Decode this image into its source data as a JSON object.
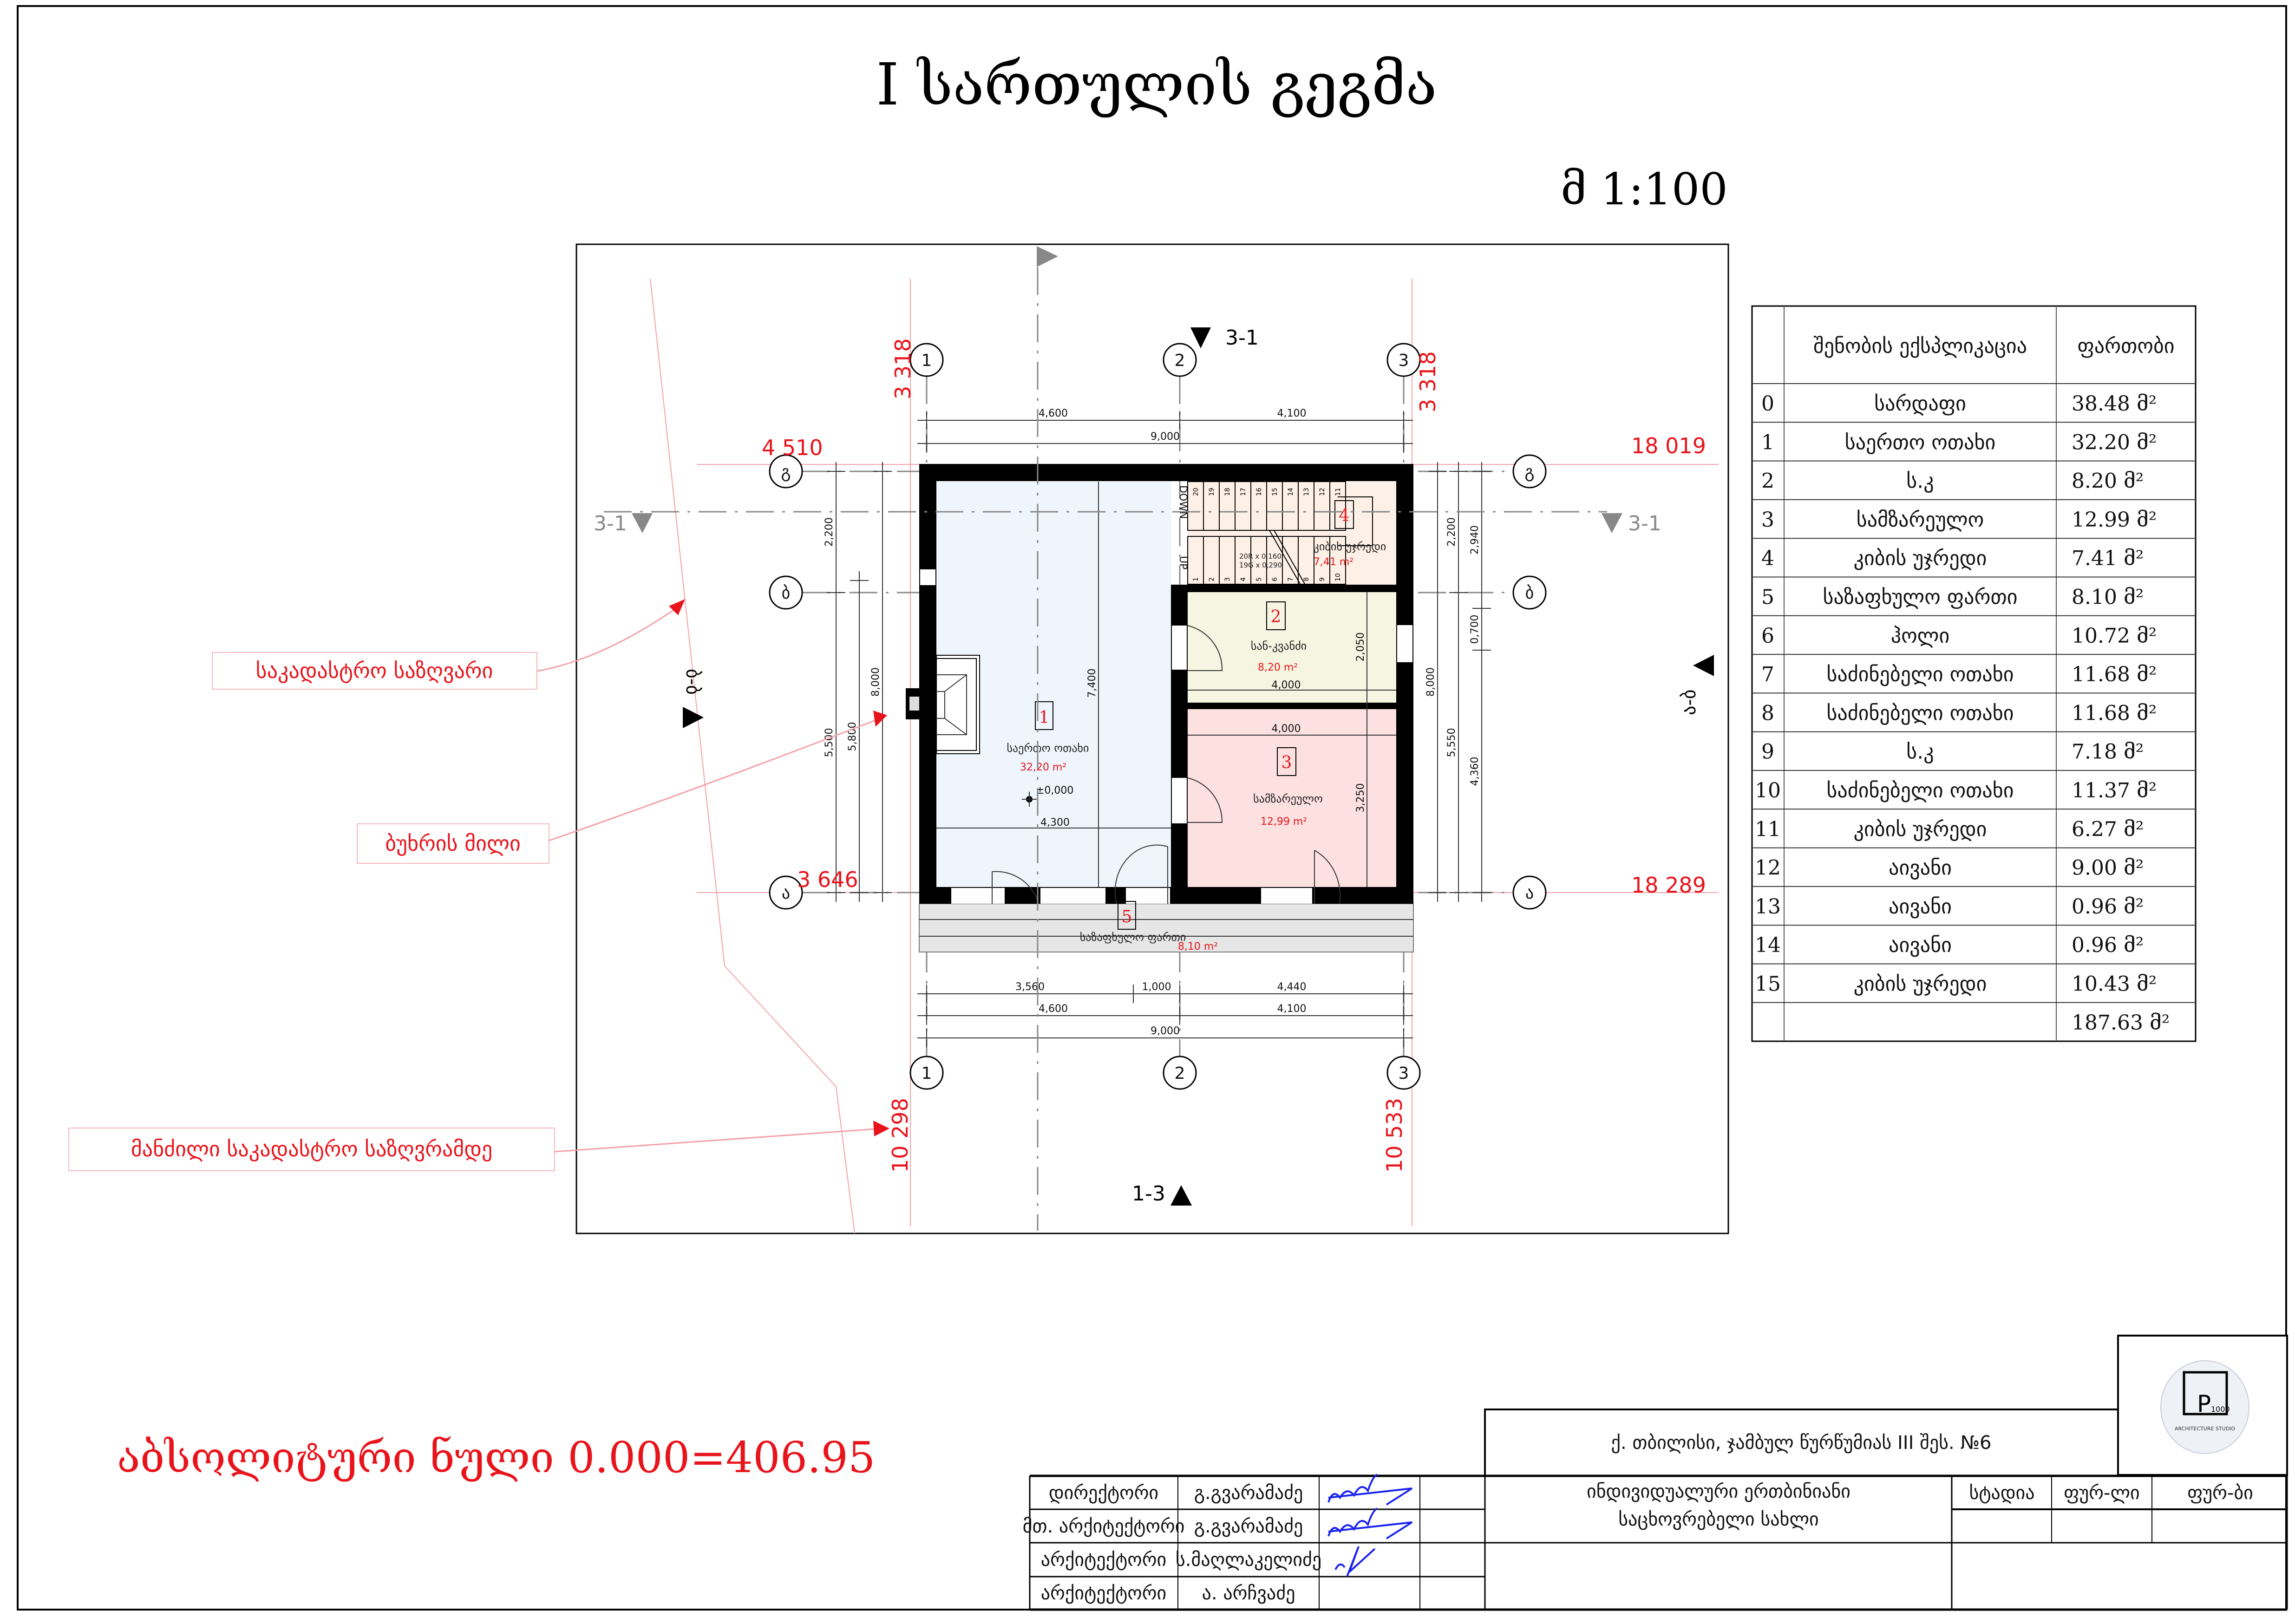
{
  "title": "I სართულის გეგმა",
  "scale": "მ 1:100",
  "absolute_zero": "აბსოლიტური ნული 0.000=406.95",
  "colors": {
    "accent_red": "#e8141b",
    "room_common": "#eef5fd",
    "room_wc": "#f5f5e2",
    "room_kitchen": "#fde0e0",
    "room_stair": "#fdf0e6",
    "porch": "#e6e6e6",
    "signature": "#1a23f0"
  },
  "callouts": {
    "cadastral_border": "საკადასტრო საზღვარი",
    "chimney": "ბუხრის მილი",
    "distance_to_border": "მანძილი საკადასტრო საზღვრამდე"
  },
  "sections": {
    "top": "3-1",
    "left": "3-1",
    "right": "3-1",
    "bottom": "1-3",
    "vertical_left": "ბ-ბ",
    "vertical_right": "ა-ბ"
  },
  "axes": {
    "numbers": [
      "1",
      "2",
      "3"
    ],
    "letters": [
      "გ",
      "ბ",
      "ა"
    ]
  },
  "distances": {
    "top_left": "3 318",
    "top_right": "3 318",
    "g_left": "4 510",
    "g_right": "18 019",
    "a_left": "3 646",
    "a_right": "18 289",
    "bottom_left": "10 298",
    "bottom_right": "10 533"
  },
  "dimensions": {
    "top_parts": [
      "4,600",
      "4,100"
    ],
    "top_total": "9,000",
    "bottom_row1": [
      "3,560",
      "1,000",
      "4,440"
    ],
    "bottom_row2": [
      "4,600",
      "4,100"
    ],
    "bottom_total": "9,000",
    "left": [
      "2,200",
      "8,000",
      "5,500",
      "5,800"
    ],
    "right": [
      "2,200",
      "2,940",
      "0,700",
      "8,000",
      "5,550",
      "4,360"
    ]
  },
  "rooms": [
    {
      "no": "1",
      "name": "საერთო ოთახი",
      "area": "32,20 m²",
      "dims": [
        "7,400",
        "4,300"
      ],
      "level": "±0,000"
    },
    {
      "no": "2",
      "name": "სან-კვანძი",
      "area": "8,20 m²",
      "dims": [
        "4,000",
        "2,050"
      ]
    },
    {
      "no": "3",
      "name": "სამზარეულო",
      "area": "12,99 m²",
      "dims": [
        "4,000",
        "3,250"
      ]
    },
    {
      "no": "4",
      "name": "კიბის უჯრედი",
      "area": "7,41 m²"
    },
    {
      "no": "5",
      "name": "საზაფხულო ფართი",
      "area": "8,10 m²"
    }
  ],
  "stair": {
    "risers": "20R x 0,160",
    "goings": "19G x 0,290",
    "down": "DOWN",
    "up": "UP",
    "steps": [
      "1",
      "2",
      "3",
      "4",
      "5",
      "6",
      "7",
      "8",
      "9",
      "10",
      "11",
      "12",
      "13",
      "14",
      "15",
      "16",
      "17",
      "18",
      "19",
      "20"
    ]
  },
  "explication": {
    "header": [
      "",
      "შენობის ექსპლიკაცია",
      "ფართობი"
    ],
    "rows": [
      [
        "0",
        "სარდაფი",
        "38.48 მ²"
      ],
      [
        "1",
        "საერთო ოთახი",
        "32.20 მ²"
      ],
      [
        "2",
        "ს.კ",
        "8.20 მ²"
      ],
      [
        "3",
        "სამზარეულო",
        "12.99 მ²"
      ],
      [
        "4",
        "კიბის უჯრედი",
        "7.41 მ²"
      ],
      [
        "5",
        "საზაფხულო ფართი",
        "8.10 მ²"
      ],
      [
        "6",
        "ჰოლი",
        "10.72 მ²"
      ],
      [
        "7",
        "საძინებელი ოთახი",
        "11.68 მ²"
      ],
      [
        "8",
        "საძინებელი ოთახი",
        "11.68 მ²"
      ],
      [
        "9",
        "ს.კ",
        "7.18 მ²"
      ],
      [
        "10",
        "საძინებელი ოთახი",
        "11.37 მ²"
      ],
      [
        "11",
        "კიბის უჯრედი",
        "6.27 მ²"
      ],
      [
        "12",
        "აივანი",
        "9.00 მ²"
      ],
      [
        "13",
        "აივანი",
        "0.96 მ²"
      ],
      [
        "14",
        "აივანი",
        "0.96 მ²"
      ],
      [
        "15",
        "კიბის უჯრედი",
        "10.43 მ²"
      ],
      [
        "",
        "",
        "187.63 მ²"
      ]
    ]
  },
  "title_block": {
    "address": "ქ. თბილისი, ჯამბულ წურწუმიას III შეს. №6",
    "project": [
      "ინდივიდუალური ერთბინიანი",
      "საცხოვრებელი სახლი"
    ],
    "stage_headers": [
      "სტადია",
      "ფურ-ლი",
      "ფურ-ბი"
    ],
    "staff": [
      {
        "role": "დირექტორი",
        "name": "გ.გვარამაძე"
      },
      {
        "role": "მთ. არქიტექტორი",
        "name": "გ.გვარამაძე"
      },
      {
        "role": "არქიტექტორი",
        "name": "ს.მაღლაკელიძე"
      },
      {
        "role": "არქიტექტორი",
        "name": "ა. არჩვაძე"
      }
    ],
    "logo_text": "ARCHITECTURE STUDIO",
    "logo_mark": "P1000"
  }
}
